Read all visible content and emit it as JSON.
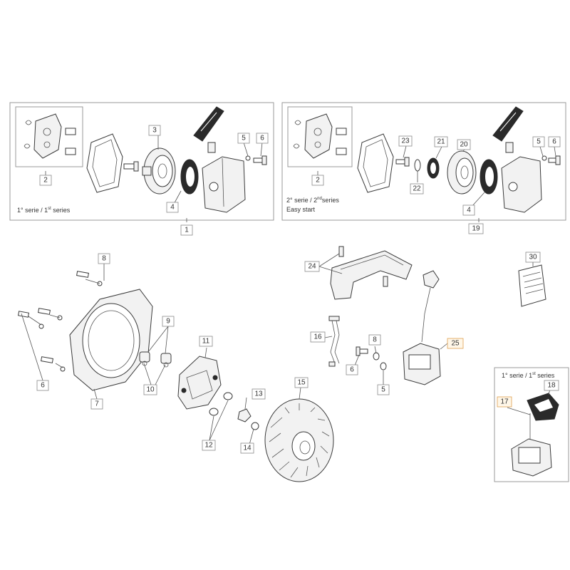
{
  "panels": {
    "first_series_caption": {
      "prefix": "1° serie / 1",
      "sup": "st",
      "suffix": " series"
    },
    "second_series_caption": {
      "prefix": "2° serie / 2",
      "sup": "nd",
      "suffix": "series"
    },
    "second_series_note": "Easy start",
    "inset_caption": {
      "prefix": "1° serie / 1",
      "sup": "st",
      "suffix": " series"
    }
  },
  "callouts": {
    "c1": "1",
    "c2a": "2",
    "c3": "3",
    "c4a": "4",
    "c5a": "5",
    "c6a": "6",
    "c2b": "2",
    "c23": "23",
    "c21": "21",
    "c20": "20",
    "c22": "22",
    "c4b": "4",
    "c5b": "5",
    "c6b": "6",
    "c19": "19",
    "c8a": "8",
    "c9": "9",
    "c6c": "6",
    "c10": "10",
    "c7": "7",
    "c11": "11",
    "c12": "12",
    "c13": "13",
    "c14": "14",
    "c15": "15",
    "c24": "24",
    "c30": "30",
    "c16": "16",
    "c8b": "8",
    "c6d": "6",
    "c5c": "5",
    "c25": "25",
    "c17": "17",
    "c18": "18"
  }
}
